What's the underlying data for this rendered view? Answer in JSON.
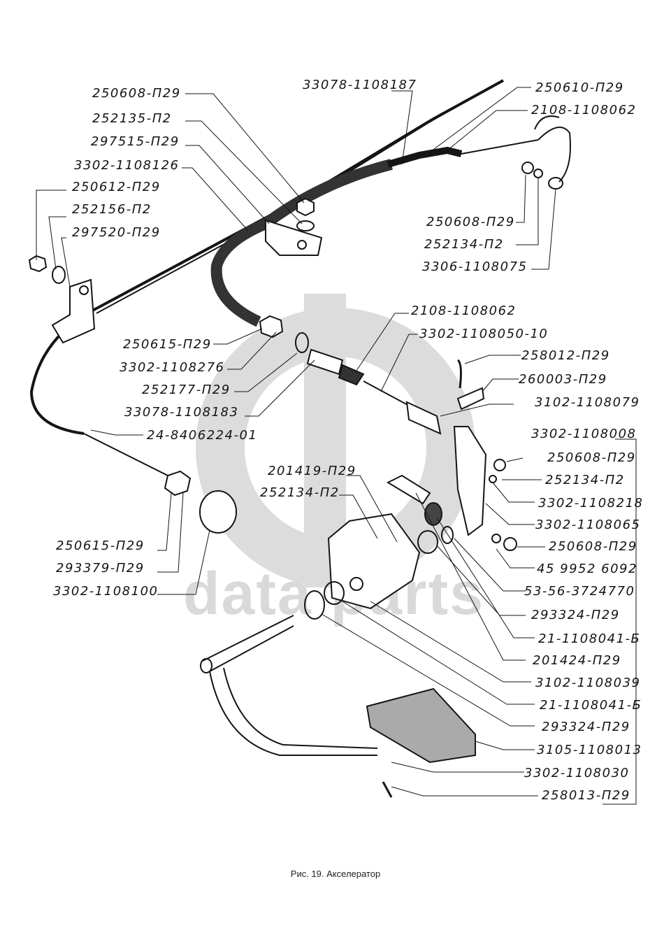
{
  "figure": {
    "caption": "Рис. 19. Акселератор",
    "watermark": "data parts",
    "accent_colors": {
      "ink": "#141414",
      "watermark": "#d9d9d9"
    }
  },
  "labels": [
    {
      "id": "l1",
      "text": "250608-П29"
    },
    {
      "id": "l2",
      "text": "252135-П2"
    },
    {
      "id": "l3",
      "text": "297515-П29"
    },
    {
      "id": "l4",
      "text": "3302-1108126"
    },
    {
      "id": "l5",
      "text": "250612-П29"
    },
    {
      "id": "l6",
      "text": "252156-П2"
    },
    {
      "id": "l7",
      "text": "297520-П29"
    },
    {
      "id": "l8",
      "text": "33078-1108187"
    },
    {
      "id": "l9",
      "text": "250610-П29"
    },
    {
      "id": "l10",
      "text": "2108-1108062"
    },
    {
      "id": "l11",
      "text": "250608-П29"
    },
    {
      "id": "l12",
      "text": "252134-П2"
    },
    {
      "id": "l13",
      "text": "3306-1108075"
    },
    {
      "id": "l14",
      "text": "2108-1108062"
    },
    {
      "id": "l15",
      "text": "3302-1108050-10"
    },
    {
      "id": "l16",
      "text": "250615-П29"
    },
    {
      "id": "l17",
      "text": "3302-1108276"
    },
    {
      "id": "l18",
      "text": "252177-П29"
    },
    {
      "id": "l19",
      "text": "33078-1108183"
    },
    {
      "id": "l20",
      "text": "24-8406224-01"
    },
    {
      "id": "l21",
      "text": "258012-П29"
    },
    {
      "id": "l22",
      "text": "260003-П29"
    },
    {
      "id": "l23",
      "text": "3102-1108079"
    },
    {
      "id": "l24",
      "text": "3302-1108008"
    },
    {
      "id": "l25",
      "text": "250608-П29"
    },
    {
      "id": "l26",
      "text": "252134-П2"
    },
    {
      "id": "l27",
      "text": "3302-1108218"
    },
    {
      "id": "l28",
      "text": "3302-1108065"
    },
    {
      "id": "l29",
      "text": "250608-П29"
    },
    {
      "id": "l30",
      "text": "45 9952 6092"
    },
    {
      "id": "l31",
      "text": "53-56-3724770"
    },
    {
      "id": "l32",
      "text": "293324-П29"
    },
    {
      "id": "l33",
      "text": "21-1108041-Б"
    },
    {
      "id": "l34",
      "text": "201424-П29"
    },
    {
      "id": "l35",
      "text": "3102-1108039"
    },
    {
      "id": "l36",
      "text": "21-1108041-Б"
    },
    {
      "id": "l37",
      "text": "293324-П29"
    },
    {
      "id": "l38",
      "text": "3105-1108013"
    },
    {
      "id": "l39",
      "text": "3302-1108030"
    },
    {
      "id": "l40",
      "text": "258013-П29"
    },
    {
      "id": "l41",
      "text": "201419-П29"
    },
    {
      "id": "l42",
      "text": "252134-П2"
    },
    {
      "id": "l43",
      "text": "250615-П29"
    },
    {
      "id": "l44",
      "text": "293379-П29"
    },
    {
      "id": "l45",
      "text": "3302-1108100"
    }
  ]
}
